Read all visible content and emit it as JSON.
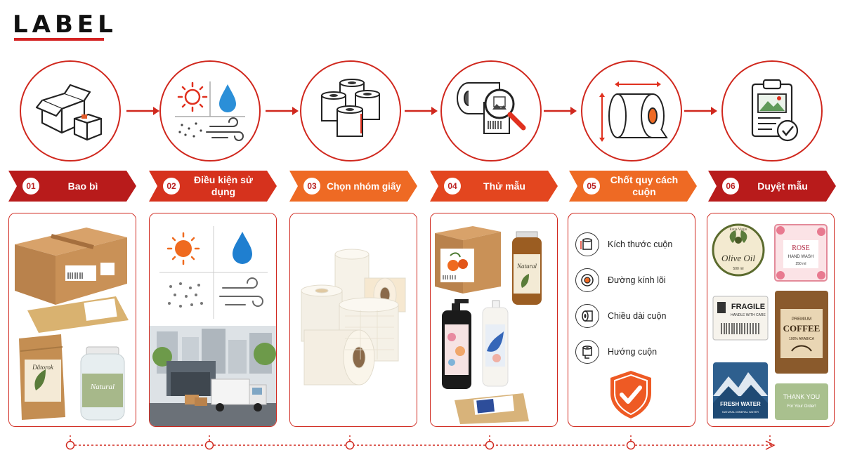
{
  "logo": {
    "text": "LABEL"
  },
  "colors": {
    "accent": "#d0281e",
    "banner_dark": "#b81b1b",
    "banner_mid": "#e0471f",
    "banner_orange": "#ee6a24"
  },
  "steps": [
    {
      "num": "01",
      "label": "Bao bì",
      "icon": "boxes-icon"
    },
    {
      "num": "02",
      "label": "Điều kiện sử dụng",
      "icon": "weather-icon"
    },
    {
      "num": "03",
      "label": "Chọn nhóm giấy",
      "icon": "paper-rolls-icon"
    },
    {
      "num": "04",
      "label": "Thử mẫu",
      "icon": "magnifier-icon"
    },
    {
      "num": "05",
      "label": "Chốt quy cách cuộn",
      "icon": "roll-dimension-icon"
    },
    {
      "num": "06",
      "label": "Duyệt mẫu",
      "icon": "approval-clipboard-icon"
    }
  ],
  "card1": {
    "pouch_brand": "Dâtorok",
    "jar_label": "Natural"
  },
  "card4": {
    "jar_label": "Natural"
  },
  "card5": {
    "specs": [
      {
        "label": "Kích thước cuộn",
        "icon": "roll-size-icon"
      },
      {
        "label": "Đường kính lõi",
        "icon": "core-diameter-icon"
      },
      {
        "label": "Chiều dài cuộn",
        "icon": "roll-length-icon"
      },
      {
        "label": "Hướng cuộn",
        "icon": "roll-direction-icon"
      }
    ],
    "badge_icon": "shield-check-icon"
  },
  "card6": {
    "olive_top": "Extra Virgin",
    "olive_main": "Olive Oil",
    "olive_vol": "500 ml",
    "rose_main": "ROSE",
    "rose_sub": "HAND WASH",
    "rose_vol": "250 ml",
    "fragile_main": "FRAGILE",
    "fragile_sub": "HANDLE WITH CARE",
    "coffee_top": "PREMIUM",
    "coffee_main": "COFFEE",
    "coffee_sub": "100% ARABICA",
    "water_main": "FRESH WATER",
    "water_sub": "NATURAL MINERAL WATER",
    "thanks_main": "THANK YOU",
    "thanks_sub": "For Your Order!"
  }
}
